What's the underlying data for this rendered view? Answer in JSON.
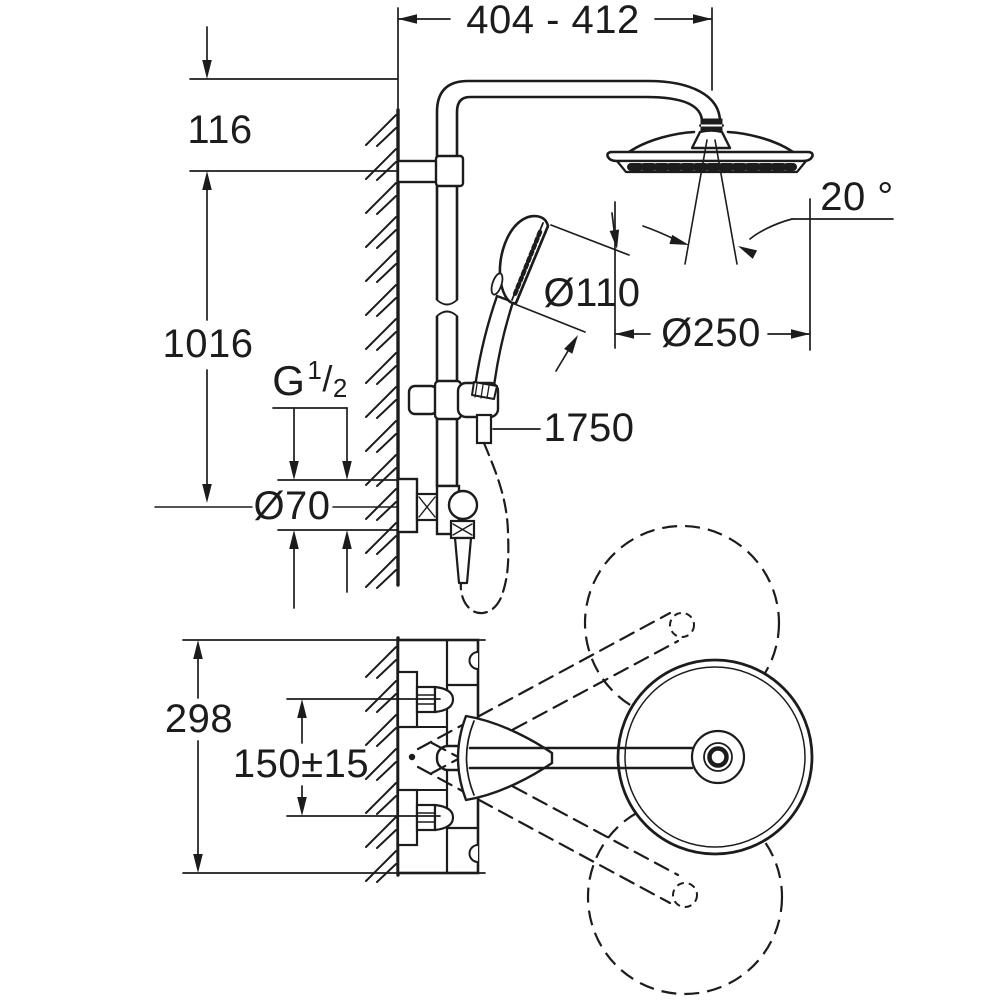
{
  "meta": {
    "type": "technical dimension drawing",
    "subject": "wall-mounted shower system with head shower, hand shower and exposed thermostat (front elevation and plan view)",
    "background": "#ffffff",
    "ink": "#1c1c1c"
  },
  "labels": {
    "projection_range": "404 - 412",
    "arm_offset": "116",
    "rail_height": "1016",
    "head_angle": "20 °",
    "hand_shower_diameter": "Ø110",
    "head_shower_diameter": "Ø250",
    "hose_length": "1750",
    "escutcheon_diameter": "Ø70",
    "plan_overall_height": "298",
    "supply_spacing": "150±15",
    "thread": {
      "g": "G",
      "sup": "1",
      "slash": "/",
      "sub": "2"
    }
  }
}
